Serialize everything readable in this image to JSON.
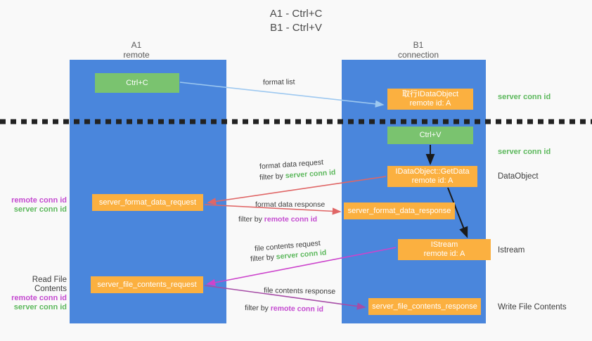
{
  "title": {
    "line1": "A1 - Ctrl+C",
    "line2": "B1 - Ctrl+V"
  },
  "columns": [
    {
      "id": "a1",
      "name": "A1",
      "sub": "remote"
    },
    {
      "id": "b1",
      "name": "B1",
      "sub": "connection"
    }
  ],
  "boxes": {
    "ctrl_c": "Ctrl+C",
    "idataobject": {
      "line1": "取行IDataObject",
      "line2": "remote id: A"
    },
    "ctrl_v": "Ctrl+V",
    "getdata": {
      "line1": "IDataObject::GetData",
      "line2": "remote id: A"
    },
    "server_format_data_request": "server_format_data_request",
    "server_format_data_response": "server_format_data_response",
    "istream": {
      "line1": "IStream",
      "line2": "remote id: A"
    },
    "server_file_contents_request": "server_file_contents_request",
    "server_file_contents_response": "server_file_contents_response"
  },
  "right_notes": {
    "server_conn_id_1": "server conn id",
    "server_conn_id_2": "server conn id",
    "dataobject": "DataObject",
    "istream": "Istream",
    "write_file_contents": "Write File Contents"
  },
  "left_notes": {
    "group1": {
      "remote": "remote conn id",
      "server": "server conn id"
    },
    "group2": {
      "heading": "Read File Contents",
      "remote": "remote conn id",
      "server": "server conn id"
    }
  },
  "arrow_labels": {
    "format_list": "format list",
    "format_data_request": "format data request",
    "format_data_request_filter_prefix": "filter by ",
    "format_data_request_filter_key": "server conn id",
    "format_data_response": "format data response",
    "format_data_response_filter_prefix": "filter by ",
    "format_data_response_filter_key": "remote conn id",
    "file_contents_request": "file contents request",
    "file_contents_request_filter_prefix": "filter by ",
    "file_contents_request_filter_key": "server conn id",
    "file_contents_response": "file contents response",
    "file_contents_response_filter_prefix": "filter by ",
    "file_contents_response_filter_key": "remote conn id"
  },
  "colors": {
    "background": "#f9f9f9",
    "column_blue": "#4a86dc",
    "box_green": "#7ac36f",
    "box_orange": "#fbb040",
    "server_conn_green": "#5cb85c",
    "remote_conn_purple": "#c44ad0",
    "arrow_light_blue": "#9dc8f0",
    "arrow_red": "#e06666",
    "arrow_magenta": "#cc44cc",
    "arrow_purple": "#a64ca6",
    "arrow_black": "#1a1a1a",
    "dash_line": "#222222"
  }
}
